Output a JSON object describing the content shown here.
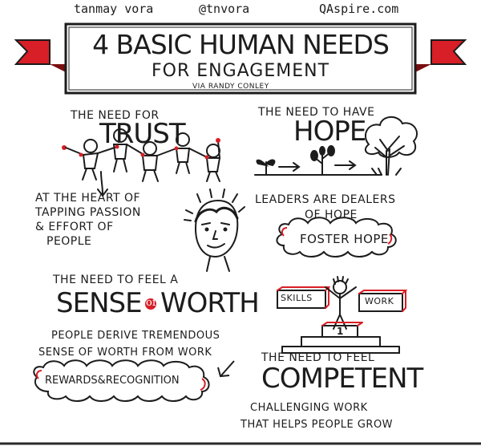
{
  "credits": {
    "author": "tanmay vora",
    "handle": "@tnvora",
    "site": "QAspire.com"
  },
  "banner": {
    "title": "4 BASIC HUMAN NEEDS",
    "subtitle": "FOR ENGAGEMENT",
    "via": "VIA RANDY CONLEY"
  },
  "trust": {
    "heading_small": "THE NEED FOR",
    "heading_big": "TRUST",
    "body": [
      "AT THE HEART OF",
      "TAPPING PASSION",
      "& EFFORT OF",
      "PEOPLE"
    ]
  },
  "hope": {
    "heading_small": "THE NEED TO HAVE",
    "heading_big": "HOPE",
    "body": [
      "LEADERS ARE DEALERS",
      "OF HOPE"
    ],
    "cloud": "FOSTER HOPE"
  },
  "worth": {
    "heading_small": "THE NEED TO FEEL A",
    "heading_big_1": "SENSE",
    "heading_of": "of",
    "heading_big_2": "WORTH",
    "body": [
      "PEOPLE DERIVE TREMENDOUS",
      "SENSE OF WORTH FROM WORK"
    ],
    "cloud": "REWARDS&RECOGNITION"
  },
  "competent": {
    "skills_label": "SKILLS",
    "work_label": "WORK",
    "podium_number": "1",
    "heading_small": "THE NEED TO FEEL",
    "heading_big": "COMPETENT",
    "body": [
      "CHALLENGING WORK",
      "THAT HELPS PEOPLE GROW"
    ]
  },
  "colors": {
    "ink": "#1c1c1c",
    "accent_red": "#d81e26"
  }
}
